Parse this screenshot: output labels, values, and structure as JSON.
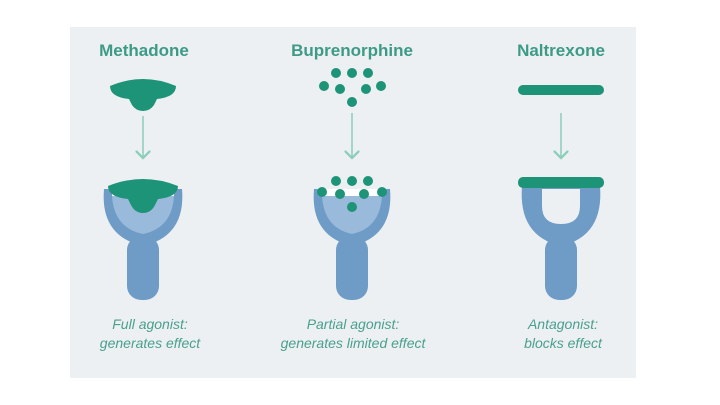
{
  "colors": {
    "panel": "#ecf0f3",
    "drug": "#1d9377",
    "drug_dark": "#12705b",
    "receptor": "#6f9cc7",
    "receptor_light": "#b6cfe6",
    "arrow": "#8ccdb8",
    "title_text": "#3d9a87",
    "caption_text": "#4a9f8e"
  },
  "drugs": [
    {
      "name": "Methadone",
      "caption_line1": "Full agonist:",
      "caption_line2": "generates effect",
      "molecule_shape": "mushroom-plug"
    },
    {
      "name": "Buprenorphine",
      "caption_line1": "Partial agonist:",
      "caption_line2": "generates limited effect",
      "molecule_shape": "dot-cluster"
    },
    {
      "name": "Naltrexone",
      "caption_line1": "Antagonist:",
      "caption_line2": "blocks effect",
      "molecule_shape": "flat-bar"
    }
  ]
}
